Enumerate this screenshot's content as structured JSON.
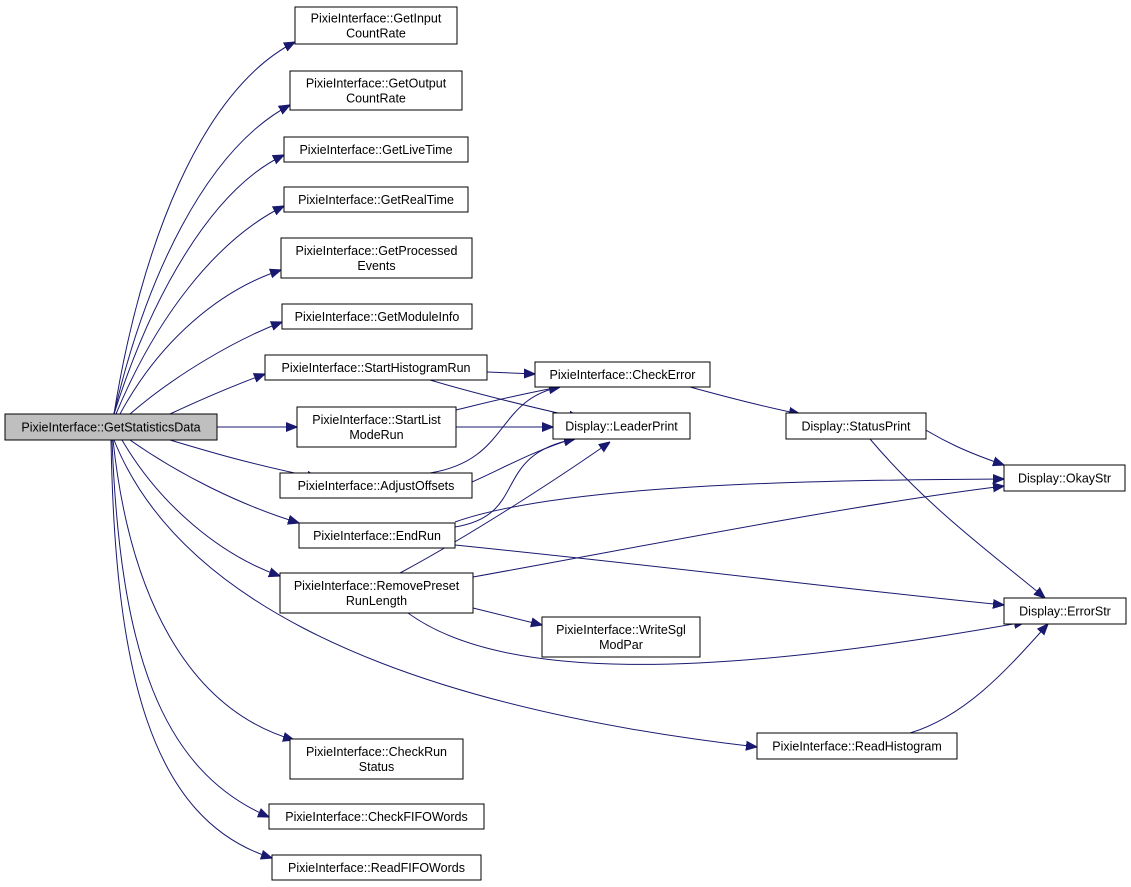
{
  "diagram": {
    "nodes": [
      {
        "id": "root",
        "lines": [
          "PixieInterface::GetStatisticsData"
        ]
      },
      {
        "id": "getinput",
        "lines": [
          "PixieInterface::GetInput",
          "CountRate"
        ]
      },
      {
        "id": "getoutput",
        "lines": [
          "PixieInterface::GetOutput",
          "CountRate"
        ]
      },
      {
        "id": "getlive",
        "lines": [
          "PixieInterface::GetLiveTime"
        ]
      },
      {
        "id": "getreal",
        "lines": [
          "PixieInterface::GetRealTime"
        ]
      },
      {
        "id": "getprocessed",
        "lines": [
          "PixieInterface::GetProcessed",
          "Events"
        ]
      },
      {
        "id": "getmodule",
        "lines": [
          "PixieInterface::GetModuleInfo"
        ]
      },
      {
        "id": "starthist",
        "lines": [
          "PixieInterface::StartHistogramRun"
        ]
      },
      {
        "id": "startlist",
        "lines": [
          "PixieInterface::StartList",
          "ModeRun"
        ]
      },
      {
        "id": "adjust",
        "lines": [
          "PixieInterface::AdjustOffsets"
        ]
      },
      {
        "id": "endrun",
        "lines": [
          "PixieInterface::EndRun"
        ]
      },
      {
        "id": "removepreset",
        "lines": [
          "PixieInterface::RemovePreset",
          "RunLength"
        ]
      },
      {
        "id": "checkrun",
        "lines": [
          "PixieInterface::CheckRun",
          "Status"
        ]
      },
      {
        "id": "checkfifo",
        "lines": [
          "PixieInterface::CheckFIFOWords"
        ]
      },
      {
        "id": "readfifo",
        "lines": [
          "PixieInterface::ReadFIFOWords"
        ]
      },
      {
        "id": "checkerror",
        "lines": [
          "PixieInterface::CheckError"
        ]
      },
      {
        "id": "leader",
        "lines": [
          "Display::LeaderPrint"
        ]
      },
      {
        "id": "writesgl",
        "lines": [
          "PixieInterface::WriteSgl",
          "ModPar"
        ]
      },
      {
        "id": "readhist",
        "lines": [
          "PixieInterface::ReadHistogram"
        ]
      },
      {
        "id": "status",
        "lines": [
          "Display::StatusPrint"
        ]
      },
      {
        "id": "okay",
        "lines": [
          "Display::OkayStr"
        ]
      },
      {
        "id": "error",
        "lines": [
          "Display::ErrorStr"
        ]
      }
    ],
    "edges": [
      {
        "from": "root",
        "to": "getinput"
      },
      {
        "from": "root",
        "to": "getoutput"
      },
      {
        "from": "root",
        "to": "getlive"
      },
      {
        "from": "root",
        "to": "getreal"
      },
      {
        "from": "root",
        "to": "getprocessed"
      },
      {
        "from": "root",
        "to": "getmodule"
      },
      {
        "from": "root",
        "to": "starthist"
      },
      {
        "from": "root",
        "to": "startlist"
      },
      {
        "from": "root",
        "to": "adjust"
      },
      {
        "from": "root",
        "to": "endrun"
      },
      {
        "from": "root",
        "to": "removepreset"
      },
      {
        "from": "root",
        "to": "readhist"
      },
      {
        "from": "root",
        "to": "checkrun"
      },
      {
        "from": "root",
        "to": "checkfifo"
      },
      {
        "from": "root",
        "to": "readfifo"
      },
      {
        "from": "starthist",
        "to": "checkerror"
      },
      {
        "from": "starthist",
        "to": "leader"
      },
      {
        "from": "startlist",
        "to": "checkerror"
      },
      {
        "from": "startlist",
        "to": "leader"
      },
      {
        "from": "adjust",
        "to": "checkerror"
      },
      {
        "from": "adjust",
        "to": "leader"
      },
      {
        "from": "endrun",
        "to": "leader"
      },
      {
        "from": "endrun",
        "to": "okay"
      },
      {
        "from": "endrun",
        "to": "error"
      },
      {
        "from": "removepreset",
        "to": "leader"
      },
      {
        "from": "removepreset",
        "to": "okay"
      },
      {
        "from": "removepreset",
        "to": "error"
      },
      {
        "from": "removepreset",
        "to": "writesgl"
      },
      {
        "from": "checkerror",
        "to": "status"
      },
      {
        "from": "status",
        "to": "okay"
      },
      {
        "from": "status",
        "to": "error"
      },
      {
        "from": "readhist",
        "to": "error"
      }
    ]
  }
}
